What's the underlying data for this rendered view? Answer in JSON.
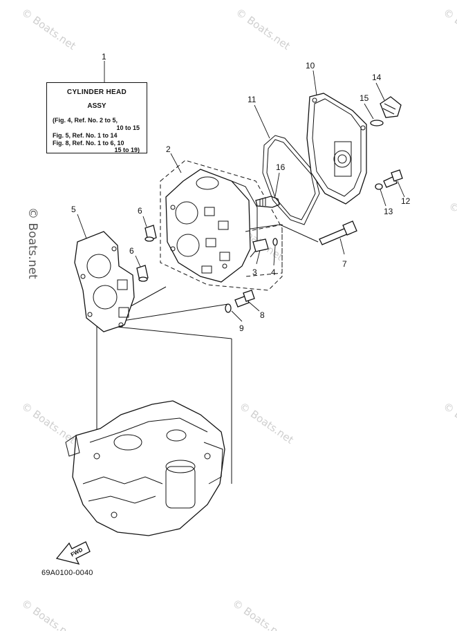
{
  "title_box": {
    "line1": "CYLINDER HEAD",
    "line2": "ASSY",
    "refs": [
      {
        "a": "(Fig. 4, Ref. No. 2 to 5,",
        "b": "10 to 15"
      },
      {
        "a": "Fig. 5, Ref. No. 1 to 14",
        "b": ""
      },
      {
        "a": "Fig. 8, Ref. No. 1 to 6, 10",
        "b": "15 to 19)"
      }
    ]
  },
  "callouts": {
    "c1": "1",
    "c2": "2",
    "c3": "3",
    "c4": "4",
    "c5": "5",
    "c6a": "6",
    "c6b": "6",
    "c7": "7",
    "c8": "8",
    "c9": "9",
    "c10": "10",
    "c11": "11",
    "c12": "12",
    "c13": "13",
    "c14": "14",
    "c15": "15",
    "c16": "16"
  },
  "fwd_label": "FWD",
  "diagram_code": "69A0100-0040",
  "watermark": {
    "text": "© Boats.net",
    "color": "#cfcfcf"
  },
  "colors": {
    "line": "#111111",
    "background": "#ffffff"
  }
}
